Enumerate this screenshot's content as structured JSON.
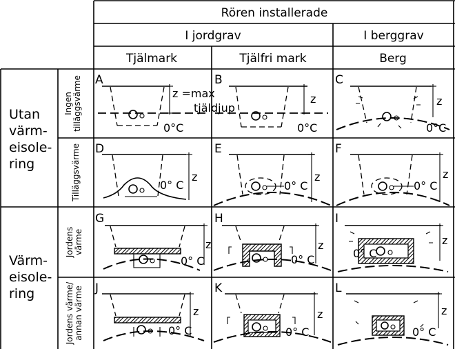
{
  "header": {
    "title": "Rören installerade",
    "trench_soil": "I jordgrav",
    "trench_rock": "I berggrav",
    "columns": [
      "Tjälmark",
      "Tjälfri mark",
      "Berg"
    ]
  },
  "rows": {
    "group_1": [
      "Utan",
      "värm-",
      "eisole-",
      "ring"
    ],
    "group_2": [
      "Värm-",
      "eisole-",
      "ring"
    ],
    "sub": [
      [
        "Ingen",
        "tilläggsvärme"
      ],
      [
        "Tilläggsvärme"
      ],
      [
        "Jordens",
        "värme"
      ],
      [
        "Jordens värme/",
        "annan värme"
      ]
    ]
  },
  "cells": {
    "letters": [
      "A",
      "B",
      "C",
      "D",
      "E",
      "F",
      "G",
      "H",
      "I",
      "J",
      "K",
      "L"
    ],
    "temp": "0°C",
    "temp_spaced": "0° C",
    "z": "z",
    "annotation": [
      "z =max",
      "tjäldjup"
    ]
  }
}
